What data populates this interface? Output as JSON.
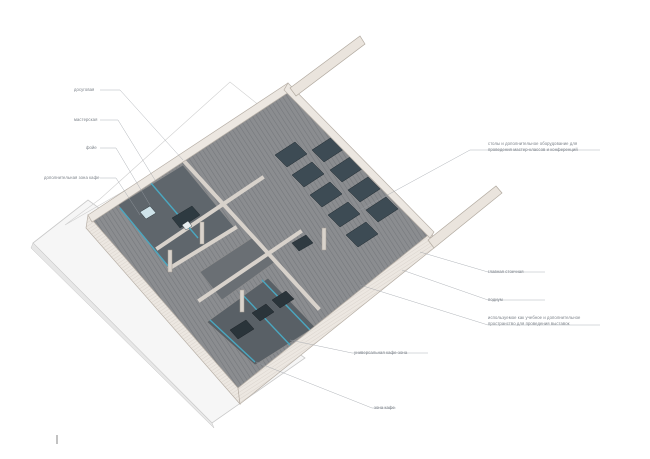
{
  "labels_left": [
    {
      "id": "l1",
      "text": "досуговая"
    },
    {
      "id": "l2",
      "text": "мастерская"
    },
    {
      "id": "l3",
      "text": "фойе"
    },
    {
      "id": "l4",
      "text": "дополнительная зона кафе"
    }
  ],
  "labels_right": [
    {
      "id": "r1",
      "text": "столы и дополнительное оборудование для проведения мастер-классов и конференций"
    },
    {
      "id": "r2",
      "text": "главная стоечная"
    },
    {
      "id": "r3",
      "text": "подиум"
    },
    {
      "id": "r4",
      "text": "используемое как учебное и дополнительное пространство для проведения выставок"
    },
    {
      "id": "r5",
      "text": "универсальная кафе-зона"
    },
    {
      "id": "r6",
      "text": "зона кафе"
    }
  ],
  "colors": {
    "wall": "#e9e4de",
    "wall_edge": "#b9b2aa",
    "floor": "#8a8a8a",
    "floor_dark": "#6b6e72",
    "furniture": "#3c4a52",
    "accent": "#4aa7c0",
    "leader": "#9aa0a6"
  }
}
